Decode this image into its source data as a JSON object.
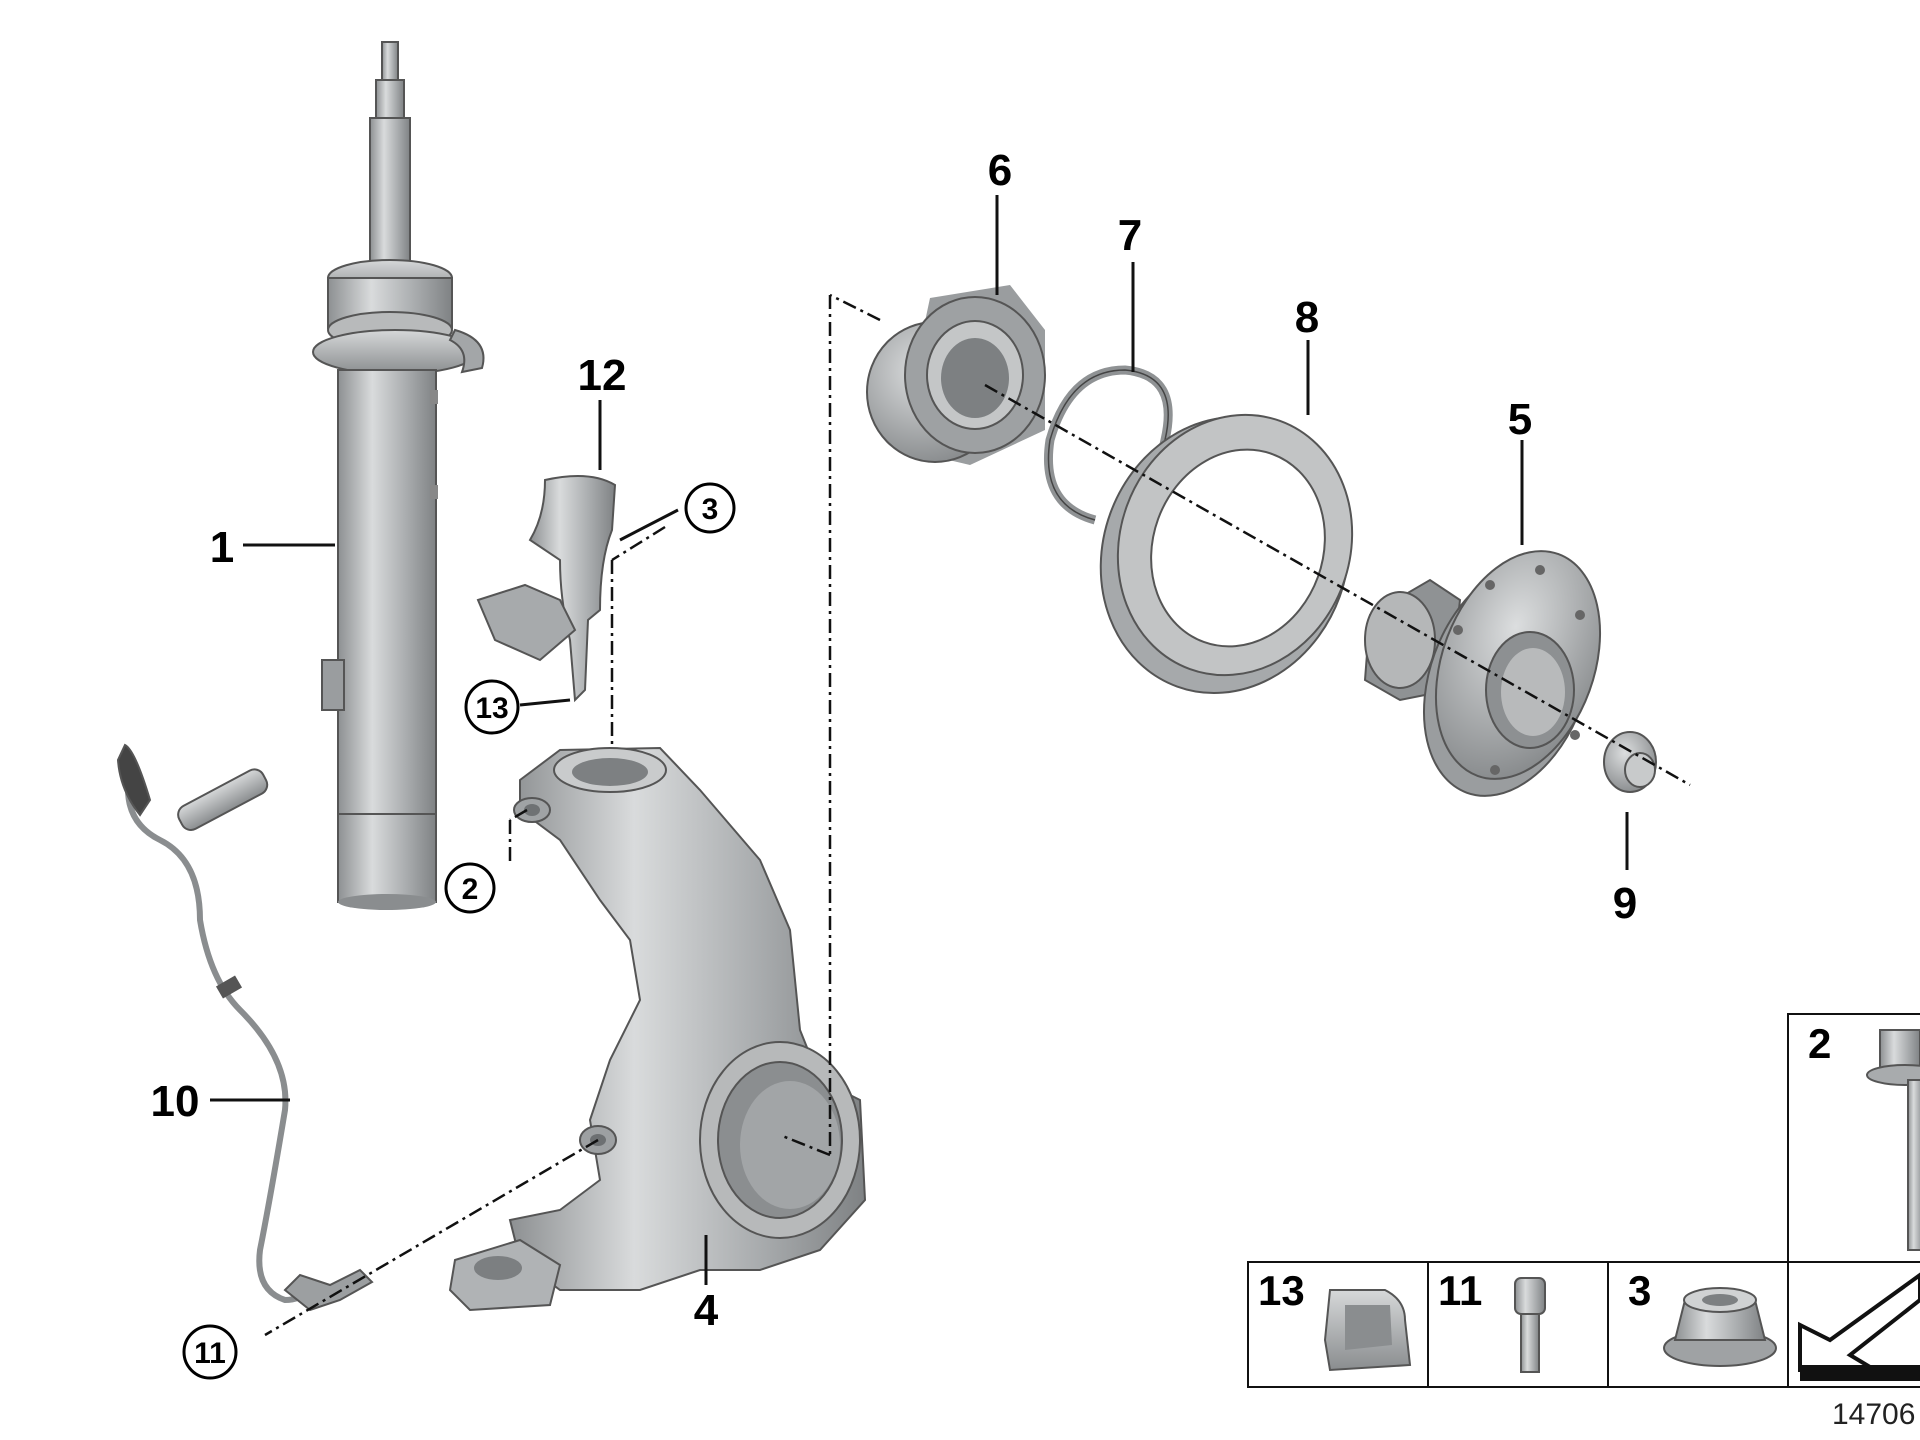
{
  "diagram": {
    "part_numbers": {
      "p1": "1",
      "p4": "4",
      "p5": "5",
      "p6": "6",
      "p7": "7",
      "p8": "8",
      "p9": "9",
      "p10": "10",
      "p12": "12"
    },
    "callouts": {
      "c2": "2",
      "c3": "3",
      "c11": "11",
      "c13": "13"
    },
    "small_parts_table": {
      "cells": [
        {
          "key": "13",
          "label": "13"
        },
        {
          "key": "11",
          "label": "11"
        },
        {
          "key": "3",
          "label": "3"
        },
        {
          "key": "2",
          "label": "2"
        }
      ]
    },
    "diagram_id": "14706"
  }
}
